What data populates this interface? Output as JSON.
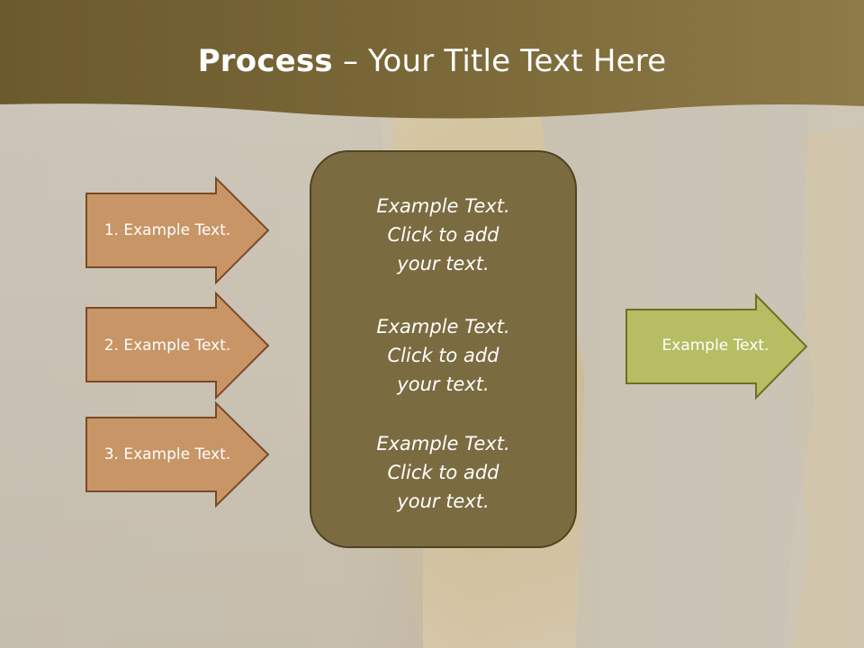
{
  "title": {
    "bold": "Process",
    "rest": " – Your Title Text Here"
  },
  "left_arrows": [
    {
      "label": "1. Example Text."
    },
    {
      "label": "2. Example Text."
    },
    {
      "label": "3. Example Text."
    }
  ],
  "center_box": {
    "blocks": [
      {
        "line1": "Example Text.",
        "line2": "Click  to add",
        "line3": "your text."
      },
      {
        "line1": "Example Text.",
        "line2": "Click  to add",
        "line3": "your text."
      },
      {
        "line1": "Example Text.",
        "line2": "Click  to add",
        "line3": "your text."
      }
    ]
  },
  "right_arrow": {
    "label": "Example Text."
  },
  "colors": {
    "header": "#7a6838",
    "left_arrow_fill": "#c89566",
    "left_arrow_border": "#7a4a26",
    "center_box_fill": "#7b6b40",
    "center_box_border": "#4f4420",
    "right_arrow_fill": "#b6bd62",
    "right_arrow_border": "#6e7022"
  }
}
